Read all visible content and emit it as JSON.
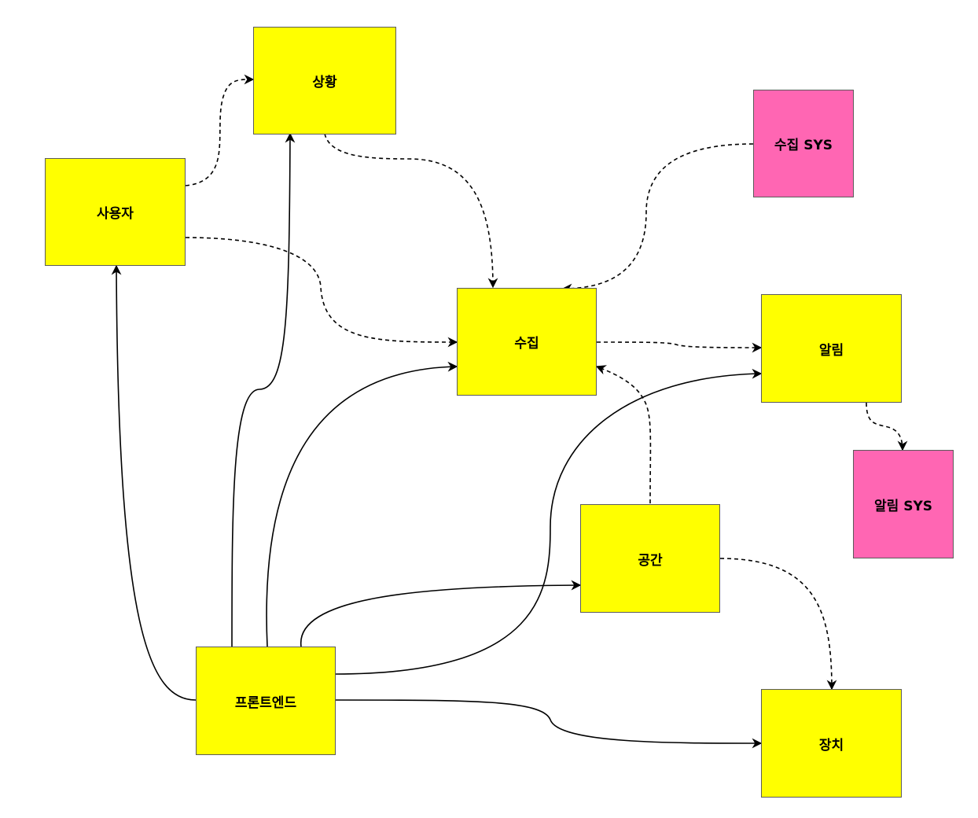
{
  "diagram": {
    "nodes": {
      "situation": "상황",
      "user": "사용자",
      "collect": "수집",
      "collect_sys": "수집 SYS",
      "notify": "알림",
      "notify_sys": "알림 SYS",
      "space": "공간",
      "frontend": "프론트엔드",
      "device": "장치"
    },
    "colors": {
      "box_yellow": "#ffff00",
      "box_pink": "#ff66b3",
      "border": "#5b5b5b",
      "edge": "#000000"
    },
    "edges": [
      {
        "from": "frontend",
        "to": "user",
        "style": "solid"
      },
      {
        "from": "frontend",
        "to": "situation",
        "style": "solid"
      },
      {
        "from": "frontend",
        "to": "collect",
        "style": "solid"
      },
      {
        "from": "frontend",
        "to": "space",
        "style": "solid"
      },
      {
        "from": "frontend",
        "to": "notify",
        "style": "solid"
      },
      {
        "from": "frontend",
        "to": "device",
        "style": "solid"
      },
      {
        "from": "user",
        "to": "situation",
        "style": "dashed"
      },
      {
        "from": "user",
        "to": "collect",
        "style": "dashed"
      },
      {
        "from": "situation",
        "to": "collect",
        "style": "dashed"
      },
      {
        "from": "collect_sys",
        "to": "collect",
        "style": "dashed"
      },
      {
        "from": "collect",
        "to": "notify",
        "style": "dashed"
      },
      {
        "from": "notify",
        "to": "notify_sys",
        "style": "dashed"
      },
      {
        "from": "space",
        "to": "collect",
        "style": "dashed"
      },
      {
        "from": "space",
        "to": "device",
        "style": "dashed"
      }
    ]
  }
}
